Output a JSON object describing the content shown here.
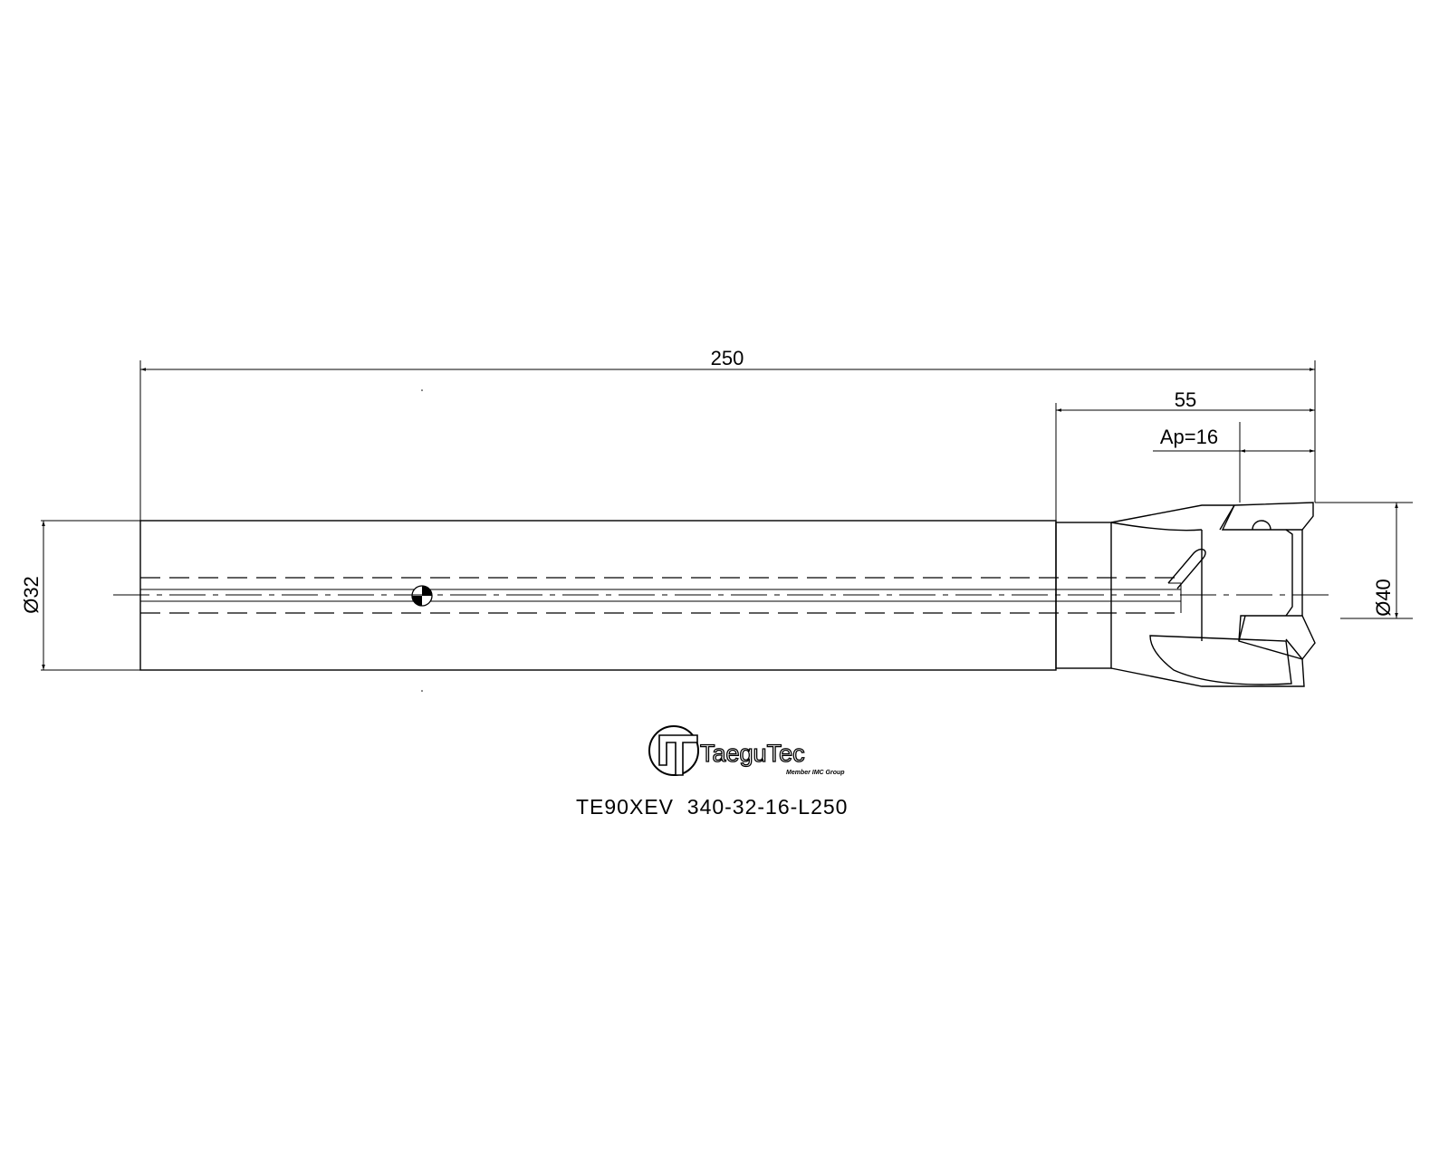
{
  "dimensions": {
    "overall_length": "250",
    "head_length": "55",
    "depth_of_cut": "Ap=16",
    "shank_diameter": "Ø32",
    "cutting_diameter": "Ø40"
  },
  "logo": {
    "brand": "TaeguTec",
    "tagline": "Member IMC Group"
  },
  "model_designation": "TE90XEV  340-32-16-L250"
}
